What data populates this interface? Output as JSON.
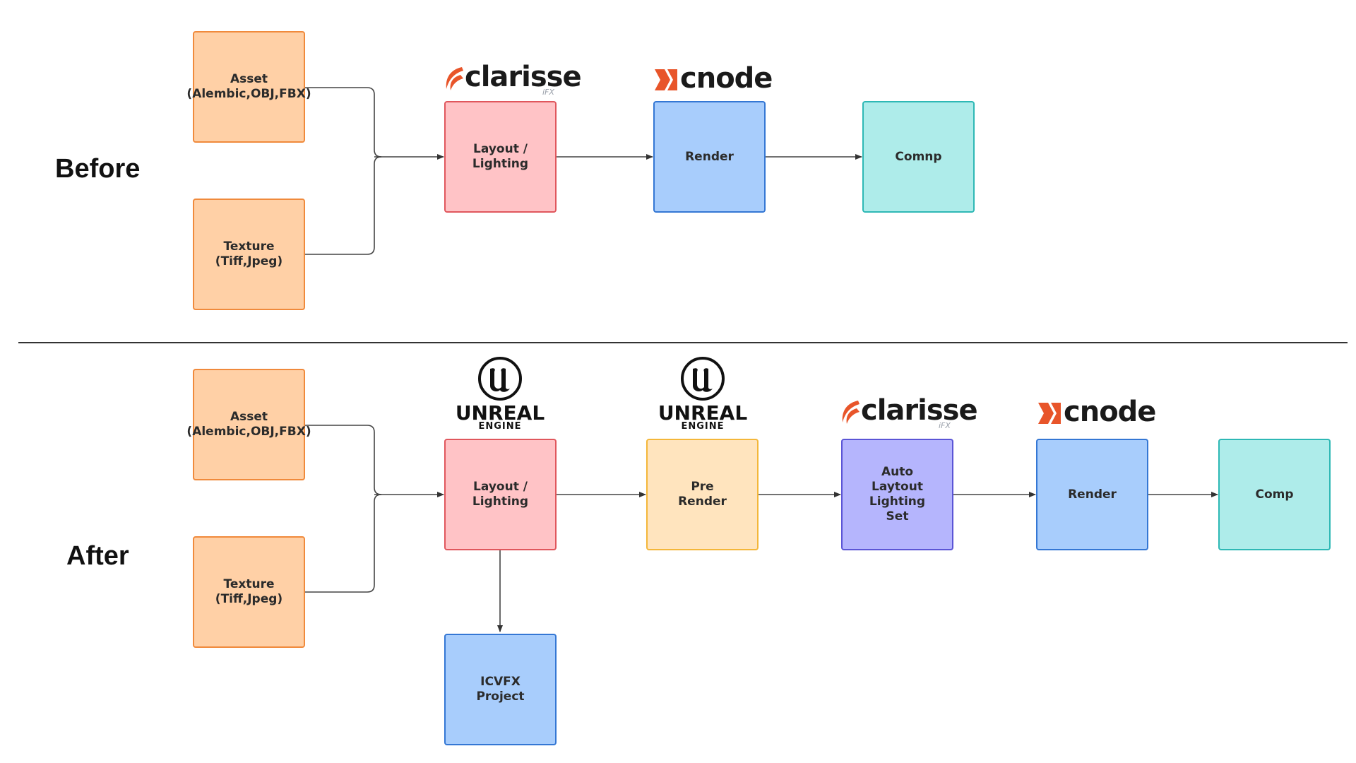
{
  "sections": {
    "before": "Before",
    "after": "After"
  },
  "colors": {
    "orange": "#ffd0a6",
    "pink": "#ffc3c6",
    "blue": "#a8cdfc",
    "teal": "#aeecea",
    "yellow": "#ffe4be",
    "purple": "#b5b5fd",
    "logo_orange": "#e8552a"
  },
  "logos": {
    "clarisse": "clarisse",
    "clarisse_sub": "iFX",
    "cnode": "cnode",
    "unreal": "UNREAL",
    "unreal_sub": "ENGINE"
  },
  "before": {
    "asset": "Asset\n(Alembic,OBJ,FBX)",
    "texture": "Texture\n(Tiff,Jpeg)",
    "layout": "Layout /\nLighting",
    "render": "Render",
    "comp": "Comnp"
  },
  "after": {
    "asset": "Asset\n(Alembic,OBJ,FBX)",
    "texture": "Texture\n(Tiff,Jpeg)",
    "layout": "Layout /\nLighting",
    "prerender": "Pre\nRender",
    "autolayout": "Auto\nLaytout\nLighting\nSet",
    "render": "Render",
    "comp": "Comp",
    "icvfx": "ICVFX\nProject"
  }
}
